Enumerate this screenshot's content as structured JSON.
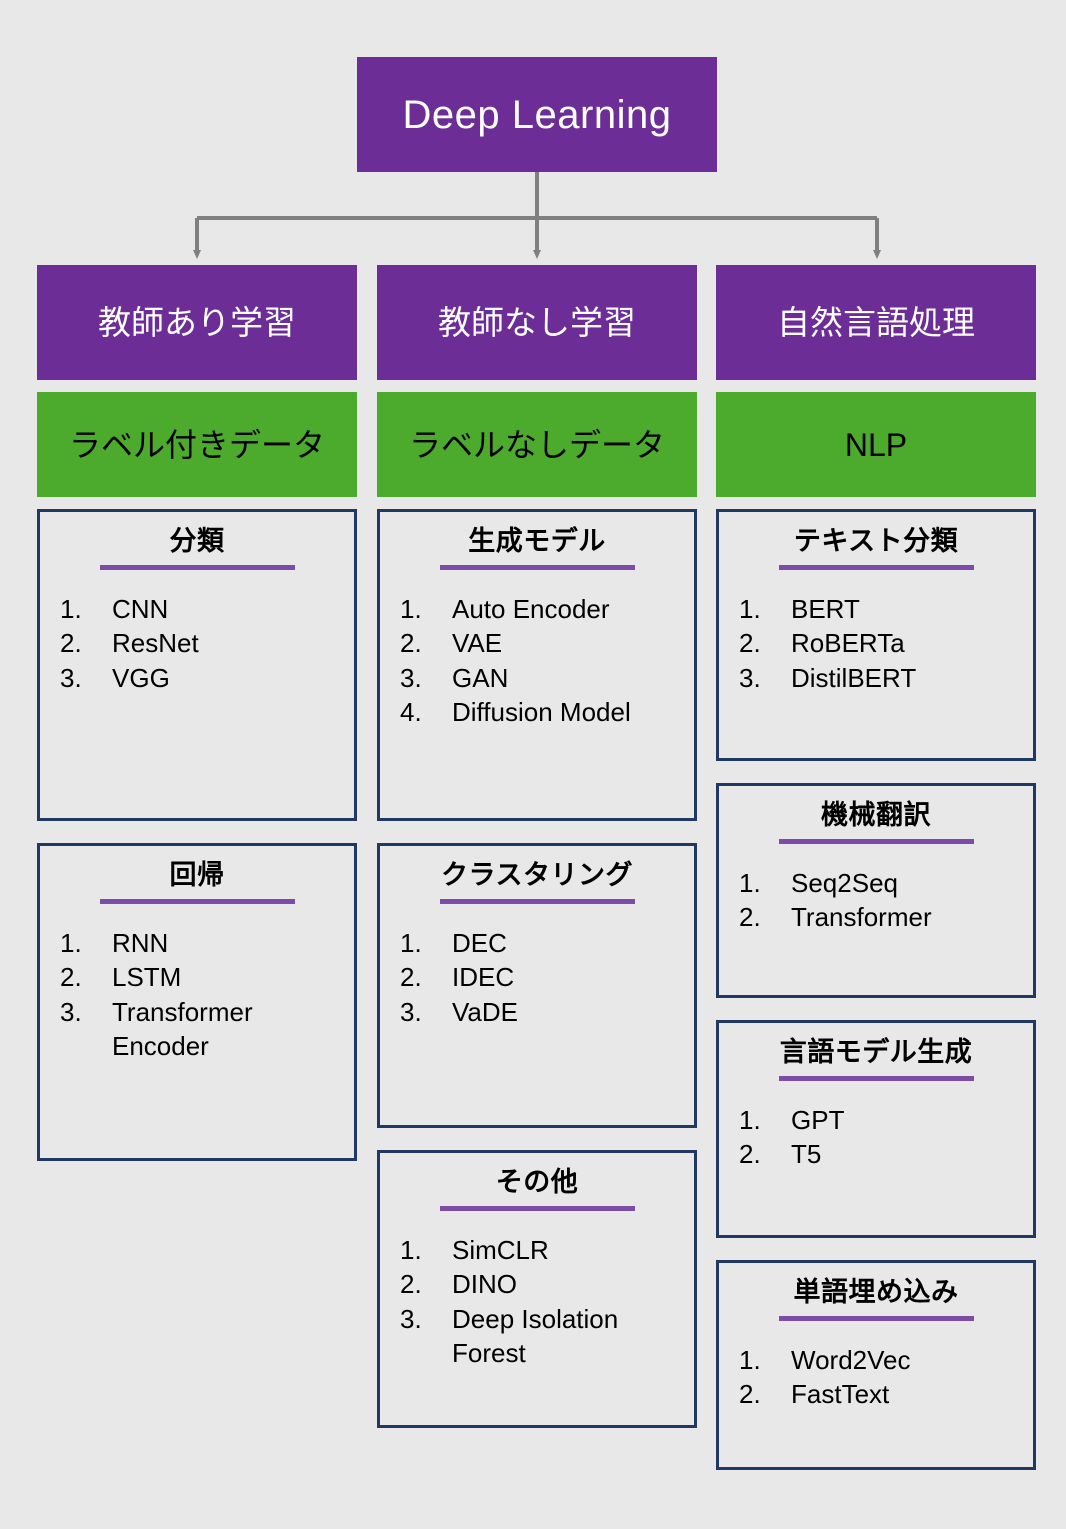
{
  "diagram": {
    "title": "Deep Learning",
    "background_color": "#e8e8e8",
    "node_color": "#6C2D96",
    "subnode_color": "#4CAB2D",
    "card_border_color": "#1F3864",
    "card_rule_color": "#7D4BA8"
  },
  "root": {
    "label": "Deep Learning"
  },
  "columns": [
    {
      "header": "教師あり学習",
      "subheader": "ラベル付きデータ",
      "cards": [
        {
          "title": "分類",
          "items": [
            {
              "num": "1.",
              "text": "CNN"
            },
            {
              "num": "2.",
              "text": "ResNet"
            },
            {
              "num": "3.",
              "text": "VGG"
            }
          ]
        },
        {
          "title": "回帰",
          "items": [
            {
              "num": "1.",
              "text": "RNN"
            },
            {
              "num": "2.",
              "text": "LSTM"
            },
            {
              "num": "3.",
              "text": "Transformer Encoder"
            }
          ]
        }
      ]
    },
    {
      "header": "教師なし学習",
      "subheader": "ラベルなしデータ",
      "cards": [
        {
          "title": "生成モデル",
          "items": [
            {
              "num": "1.",
              "text": "Auto Encoder"
            },
            {
              "num": "2.",
              "text": "VAE"
            },
            {
              "num": "3.",
              "text": "GAN"
            },
            {
              "num": "4.",
              "text": "Diffusion Model"
            }
          ]
        },
        {
          "title": "クラスタリング",
          "items": [
            {
              "num": "1.",
              "text": "DEC"
            },
            {
              "num": "2.",
              "text": "IDEC"
            },
            {
              "num": "3.",
              "text": "VaDE"
            }
          ]
        },
        {
          "title": "その他",
          "items": [
            {
              "num": "1.",
              "text": "SimCLR"
            },
            {
              "num": "2.",
              "text": "DINO"
            },
            {
              "num": "3.",
              "text": "Deep Isolation Forest"
            }
          ]
        }
      ]
    },
    {
      "header": "自然言語処理",
      "subheader": "NLP",
      "cards": [
        {
          "title": "テキスト分類",
          "items": [
            {
              "num": "1.",
              "text": "BERT"
            },
            {
              "num": "2.",
              "text": "RoBERTa"
            },
            {
              "num": "3.",
              "text": "DistilBERT"
            }
          ]
        },
        {
          "title": "機械翻訳",
          "items": [
            {
              "num": "1.",
              "text": "Seq2Seq"
            },
            {
              "num": "2.",
              "text": "Transformer"
            }
          ]
        },
        {
          "title": "言語モデル生成",
          "items": [
            {
              "num": "1.",
              "text": "GPT"
            },
            {
              "num": "2.",
              "text": "T5"
            }
          ]
        },
        {
          "title": "単語埋め込み",
          "items": [
            {
              "num": "1.",
              "text": "Word2Vec"
            },
            {
              "num": "2.",
              "text": "FastText"
            }
          ]
        }
      ]
    }
  ],
  "connectors": {
    "color": "#808080",
    "description": "root splits to three category columns"
  }
}
